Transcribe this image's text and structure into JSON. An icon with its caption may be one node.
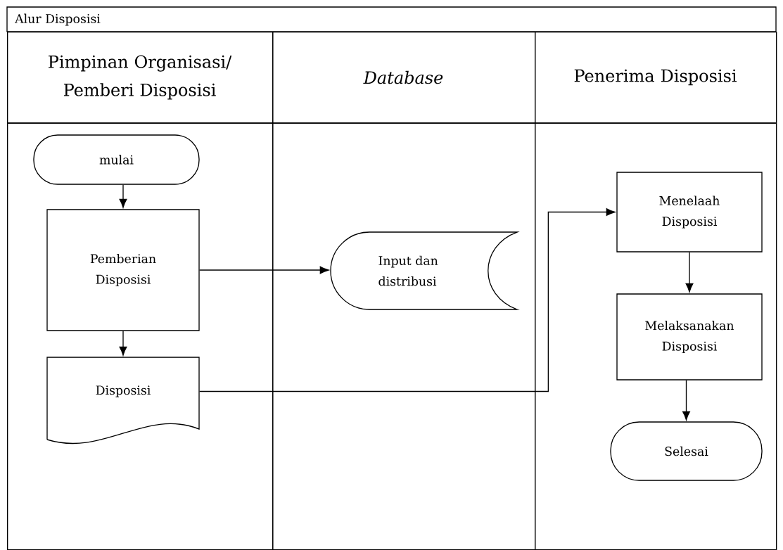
{
  "diagram": {
    "title": "Alur Disposisi",
    "nodes": [
      {
        "text": [
          "Pimpinan Organisasi/ Pemberi Disposisi"
        ]
      },
      {
        "text": [
          "Database"
        ]
      },
      {
        "text": [
          "Penerima Disposisi"
        ]
      },
      {
        "text": [
          "mulai"
        ],
        "in": 0
      },
      {
        "text": [
          "Pemberian Disposisi"
        ],
        "in": 0
      },
      {
        "text": [
          "Disposisi"
        ],
        "in": 0
      },
      {
        "text": [
          "Input dan distribusi"
        ],
        "in": 1
      },
      {
        "text": [
          "Menelaah Disposisi"
        ],
        "in": 2
      },
      {
        "text": [
          "Melaksanakan Disposisi"
        ],
        "in": 2
      },
      {
        "text": [
          "Selesai"
        ],
        "in": 2
      }
    ],
    "edges": [
      {
        "from": 3,
        "to": 4,
        "arrow": "to"
      },
      {
        "from": 4,
        "to": 6,
        "arrow": "to"
      },
      {
        "from": 4,
        "to": 5,
        "arrow": "to"
      },
      {
        "from": 5,
        "to": 7,
        "arrow": "to"
      },
      {
        "from": 7,
        "to": 8,
        "arrow": "to"
      },
      {
        "from": 8,
        "to": 9,
        "arrow": "to"
      }
    ]
  }
}
